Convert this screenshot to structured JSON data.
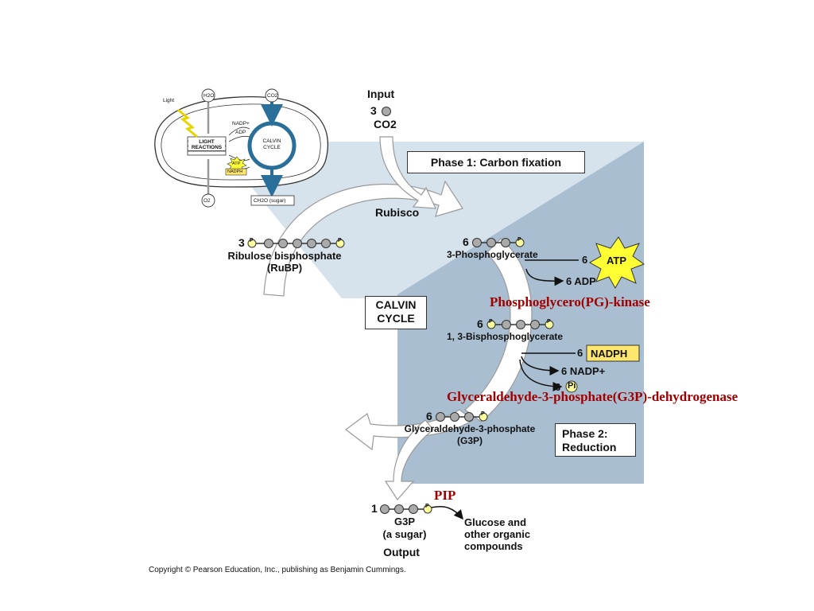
{
  "inset": {
    "light": "Light",
    "h2o": "H2O",
    "co2": "CO2",
    "nadp": "NADP+",
    "adp": "ADP",
    "light_reactions": "LIGHT REACTIONS",
    "calvin_cycle": "CALVIN CYCLE",
    "atp": "ATP",
    "nadph": "NADPH",
    "o2": "O2",
    "sugar": "CH2O (sugar)"
  },
  "input": {
    "title": "Input",
    "count": "3",
    "molecule": "CO2"
  },
  "phase1": "Phase 1: Carbon fixation",
  "phase2": {
    "line1": "Phase 2:",
    "line2": "Reduction"
  },
  "rubisco": "Rubisco",
  "calvin": {
    "line1": "CALVIN",
    "line2": "CYCLE"
  },
  "rubp": {
    "count": "3",
    "name": "Ribulose bisphosphate",
    "abbr": "(RuBP)"
  },
  "pga": {
    "count": "6",
    "name": "3-Phosphoglycerate"
  },
  "atp_step": {
    "count": "6",
    "atp": "ATP",
    "adp": "6 ADP"
  },
  "bpg": {
    "count": "6",
    "name": "1, 3-Bisphosphoglycerate"
  },
  "nadph_step": {
    "count": "6",
    "nadph": "NADPH",
    "nadp": "6 NADP+",
    "pi_count": "6",
    "pi": "Pi"
  },
  "g3p": {
    "count": "6",
    "name": "Glyceraldehyde-3-phosphate",
    "abbr": "(G3P)"
  },
  "output": {
    "count": "1",
    "name": "G3P",
    "desc": "(a sugar)",
    "title": "Output",
    "glucose1": "Glucose and",
    "glucose2": "other organic",
    "glucose3": "compounds"
  },
  "annotations": {
    "pg_kinase": "Phosphoglycero(PG)-kinase",
    "g3p_dehydrogenase": "Glyceraldehyde-3-phosphate(G3P)-dehydrogenase",
    "pip": "PIP"
  },
  "phosphate_label": "P",
  "copyright": "Copyright © Pearson Education, Inc., publishing as Benjamin Cummings."
}
